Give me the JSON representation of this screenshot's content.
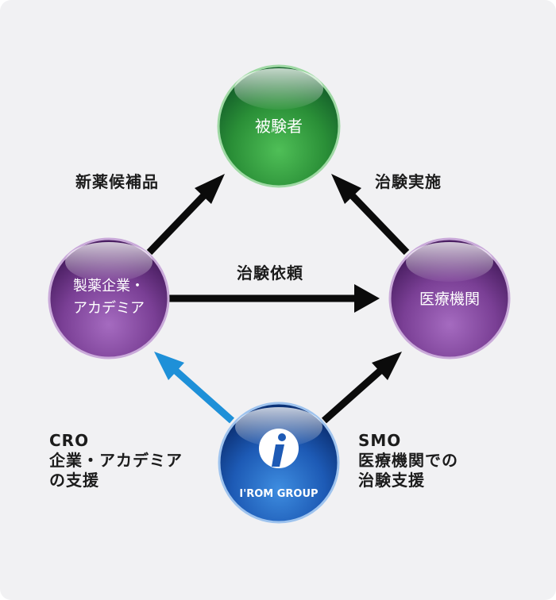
{
  "nodes": {
    "subject": {
      "label": "被験者"
    },
    "pharma": {
      "line1": "製薬企業・",
      "line2": "アカデミア"
    },
    "medical": {
      "label": "医療機関"
    },
    "irom": {
      "logo_text": "I'ROM GROUP"
    }
  },
  "edges": {
    "pharma_to_subject": "新薬候補品",
    "medical_to_subject": "治験実施",
    "pharma_to_medical": "治験依頼",
    "cro": {
      "line1": "CRO",
      "line2": "企業・アカデミア",
      "line3": "の支援"
    },
    "smo": {
      "line1": "SMO",
      "line2": "医療機関での",
      "line3": "治験支援"
    }
  },
  "colors": {
    "background": "#f1f1f3",
    "subject_green": "#2f9a3c",
    "purple": "#7a3f95",
    "irom_blue": "#1d5ab5",
    "arrow_black": "#0b0b0b",
    "arrow_blue": "#1e90d8"
  }
}
